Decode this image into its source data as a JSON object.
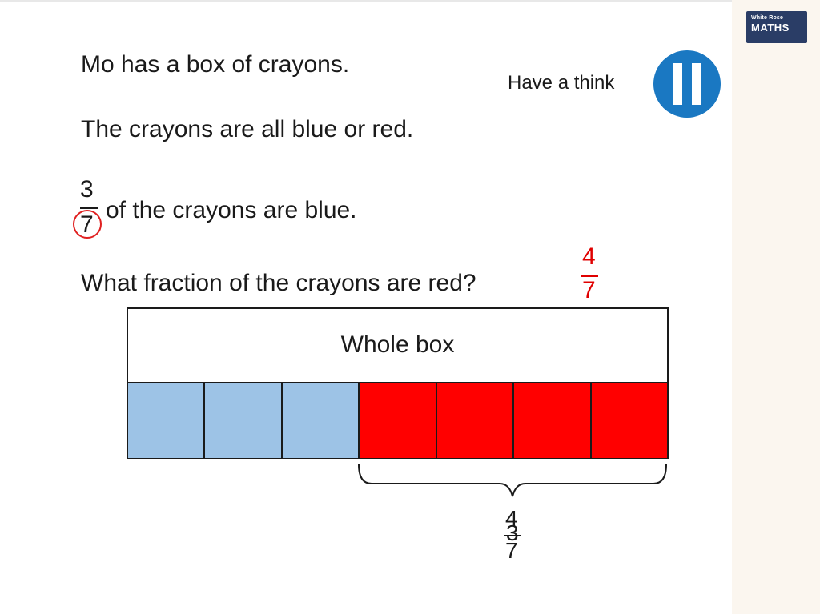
{
  "logo": {
    "line1": "White Rose",
    "line2": "MATHS"
  },
  "question": {
    "line1": "Mo has a box of crayons.",
    "line2": "The crayons are all blue or red.",
    "line3_fraction": {
      "numerator": "3",
      "denominator": "7"
    },
    "line3_text": "of the crayons are blue.",
    "line4": "What fraction of the crayons are red?"
  },
  "think": {
    "label": "Have a think",
    "icon": "pause-icon",
    "icon_color": "#1a78c2"
  },
  "answer": {
    "numerator": "4",
    "denominator": "7",
    "color": "#e00000"
  },
  "bar_model": {
    "whole_label": "Whole box",
    "parts": [
      {
        "color": "#9dc3e6"
      },
      {
        "color": "#9dc3e6"
      },
      {
        "color": "#9dc3e6"
      },
      {
        "color": "#ff0000"
      },
      {
        "color": "#ff0000"
      },
      {
        "color": "#ff0000"
      },
      {
        "color": "#ff0000"
      }
    ]
  },
  "brace_label": {
    "numerator_a": "4",
    "numerator_b": "3",
    "denominator": "7"
  }
}
